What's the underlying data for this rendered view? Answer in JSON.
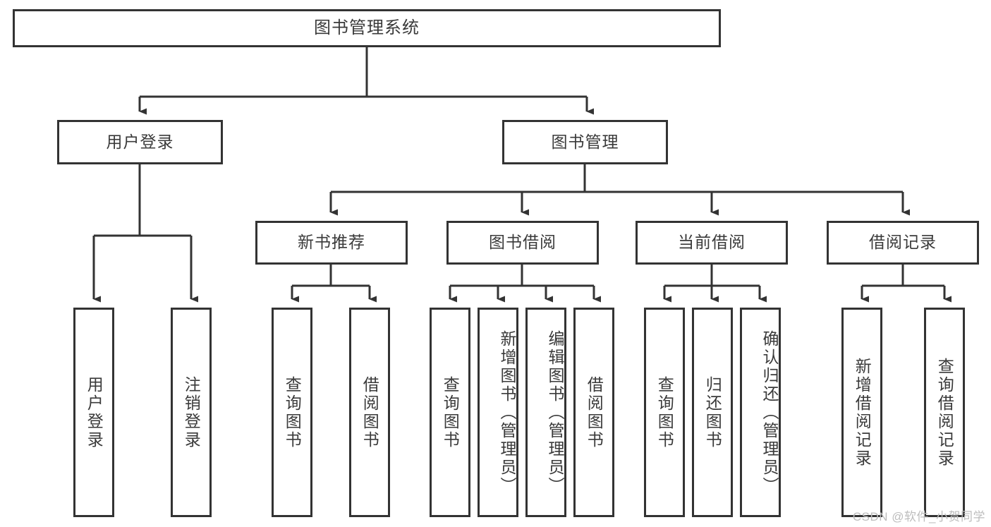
{
  "diagram": {
    "type": "tree-hierarchy",
    "title": "图书管理系统",
    "orientation": "top-down",
    "watermark": "CSDN @软件_小贺同学",
    "colors": {
      "border": "#333333",
      "background": "#ffffff",
      "text": "#3a3a3a",
      "watermark": "#bdbdbd"
    },
    "nodes": {
      "root": {
        "label": "图书管理系统",
        "level": 1
      },
      "l2": [
        {
          "label": "用户登录",
          "level": 2
        },
        {
          "label": "图书管理",
          "level": 2
        }
      ],
      "l3": [
        {
          "label": "新书推荐",
          "level": 3
        },
        {
          "label": "图书借阅",
          "level": 3
        },
        {
          "label": "当前借阅",
          "level": 3
        },
        {
          "label": "借阅记录",
          "level": 3
        }
      ],
      "leaves": {
        "user_login": [
          {
            "label": "用户登录"
          },
          {
            "label": "注销登录"
          }
        ],
        "new_book_recommend": [
          {
            "label": "查询图书"
          },
          {
            "label": "借阅图书"
          }
        ],
        "book_borrow": [
          {
            "label": "查询图书"
          },
          {
            "label": "新增图书（管理员）"
          },
          {
            "label": "编辑图书（管理员）"
          },
          {
            "label": "借阅图书"
          }
        ],
        "current_borrow": [
          {
            "label": "查询图书"
          },
          {
            "label": "归还图书"
          },
          {
            "label": "确认归还（管理员）"
          }
        ],
        "borrow_record": [
          {
            "label": "新增借阅记录"
          },
          {
            "label": "查询借阅记录"
          }
        ]
      }
    }
  }
}
